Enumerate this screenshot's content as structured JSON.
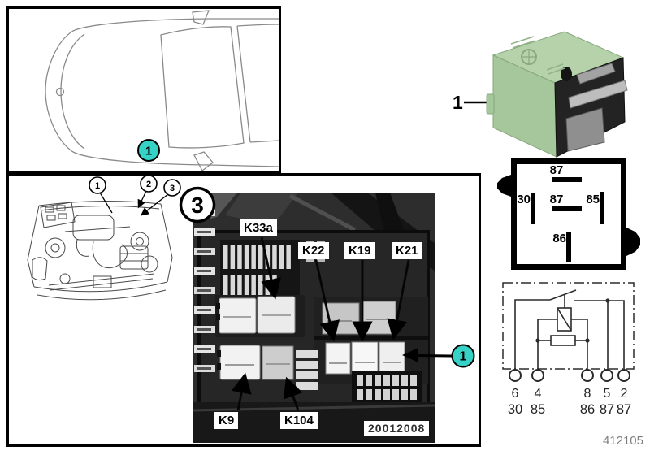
{
  "doc_number": "412105",
  "colors": {
    "accent_cyan": "#37d2c6"
  },
  "car_panel": {
    "hotspot_label": "1"
  },
  "engine_view": {
    "callouts": [
      "1",
      "2",
      "3"
    ]
  },
  "photo_panel": {
    "view_callout": "3",
    "hotspot_label": "1",
    "relay_labels": {
      "k33a": "K33a",
      "k22": "K22",
      "k19": "K19",
      "k21": "K21",
      "k9": "K9",
      "k104": "K104"
    },
    "stamp": "20012008"
  },
  "relay_photo": {
    "item_label": "1"
  },
  "pin_diagram": {
    "pin_top": "87",
    "pin_left": "30",
    "pin_center": "87",
    "pin_right": "85",
    "pin_bottom": "86"
  },
  "schematic": {
    "terminals": [
      {
        "pin": "6",
        "terminal": "30"
      },
      {
        "pin": "4",
        "terminal": "85"
      },
      {
        "pin": "8",
        "terminal": "86"
      },
      {
        "pin": "5",
        "terminal": "87"
      },
      {
        "pin": "2",
        "terminal": "87"
      }
    ]
  }
}
